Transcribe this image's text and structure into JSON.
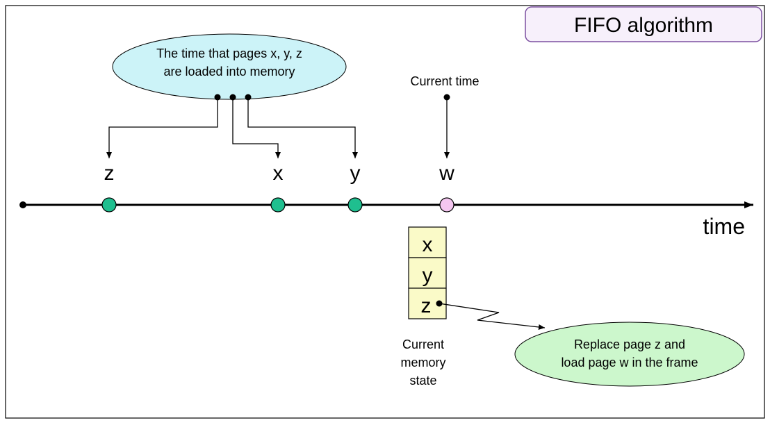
{
  "title": "FIFO algorithm",
  "load_times_note": {
    "line1": "The time that pages x, y, z",
    "line2": "are loaded into memory"
  },
  "current_time_label": "Current time",
  "timeline": {
    "axis_label": "time",
    "pages": [
      {
        "label": "z",
        "status": "loaded"
      },
      {
        "label": "x",
        "status": "loaded"
      },
      {
        "label": "y",
        "status": "loaded"
      },
      {
        "label": "w",
        "status": "requested"
      }
    ]
  },
  "memory": {
    "frames": [
      "x",
      "y",
      "z"
    ],
    "caption": [
      "Current",
      "memory",
      "state"
    ]
  },
  "replace_note": {
    "line1": "Replace page z and",
    "line2": "load page w in the frame"
  },
  "colors": {
    "title_border": "#7b4fa0",
    "title_fill": "#f7f0fb",
    "title_text": "#5a2d91",
    "note_blue": "#ccf3f8",
    "note_green": "#ccf7cc",
    "dot_loaded": "#1fbf8f",
    "dot_requested": "#f4c6f0",
    "frame_fill": "#fafac8"
  }
}
